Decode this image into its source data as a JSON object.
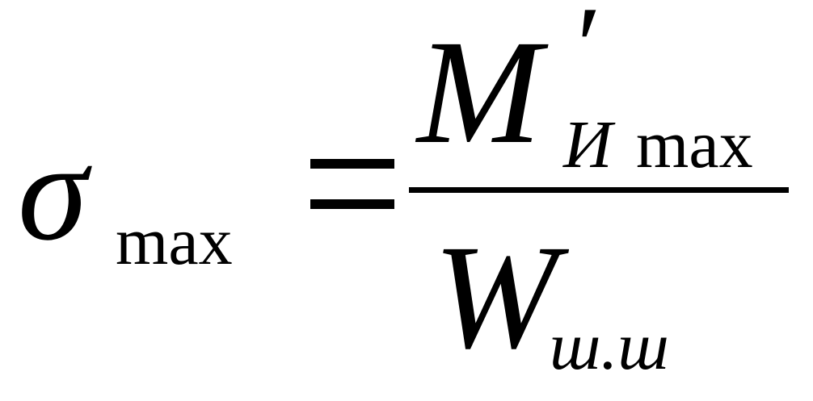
{
  "formula": {
    "lhs_symbol": "σ",
    "lhs_subscript": "max",
    "numerator_symbol": "M",
    "numerator_prime": "′",
    "numerator_subscript_italic": "И",
    "numerator_subscript": "max",
    "denominator_symbol": "W",
    "denominator_subscript": "ш.ш"
  }
}
